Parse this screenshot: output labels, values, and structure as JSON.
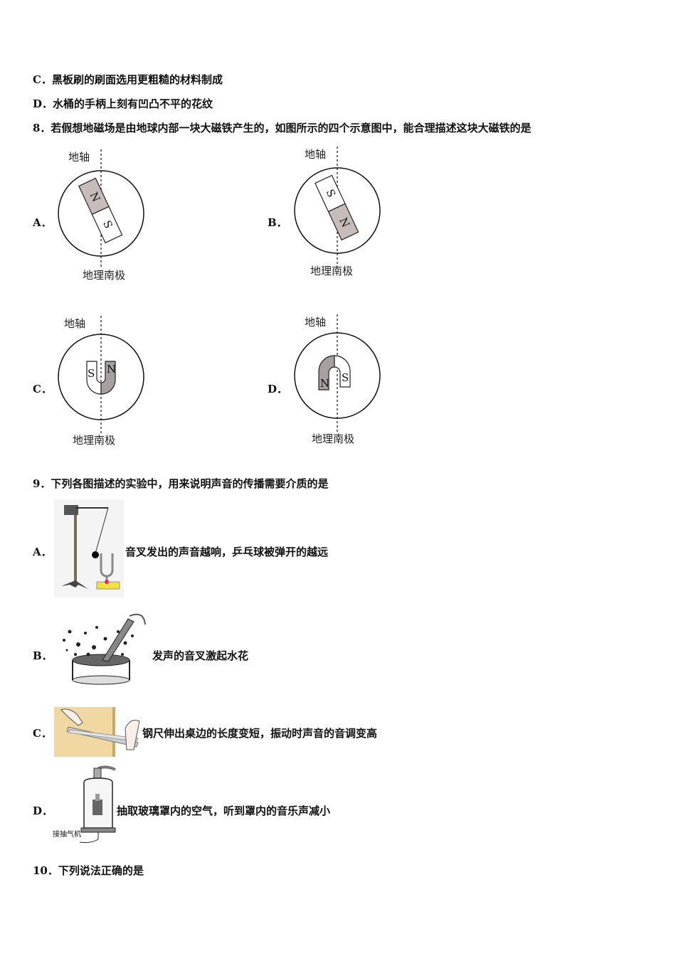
{
  "lines": {
    "c_prev": "C．黑板刷的刷面选用更粗糙的材料制成",
    "d_prev": "D．水桶的手柄上刻有凹凸不平的花纹",
    "q8": "8．若假想地磁场是由地球内部一块大磁铁产生的，如图所示的四个示意图中，能合理描述这块大磁铁的是",
    "q9": "9．下列各图描述的实验中，用来说明声音的传播需要介质的是",
    "q10": "10．下列说法正确的是"
  },
  "q8_options": {
    "A": "A．",
    "B": "B．",
    "C": "C．",
    "D": "D．"
  },
  "q8_figure_text": {
    "axis": "地轴",
    "south_pole": "地理南极",
    "north": "N",
    "south": "S"
  },
  "q9_options": [
    {
      "label": "A．",
      "text": "音叉发出的声音越响，乒乓球被弹开的越远"
    },
    {
      "label": "B．",
      "text": "发声的音叉激起水花"
    },
    {
      "label": "C．",
      "text": "钢尺伸出桌边的长度变短，振动时声音的音调变高"
    },
    {
      "label": "D．",
      "text": "抽取玻璃罩内的空气，听到罩内的音乐声减小"
    }
  ],
  "q9_figure_text": {
    "pump": "接抽气机"
  }
}
